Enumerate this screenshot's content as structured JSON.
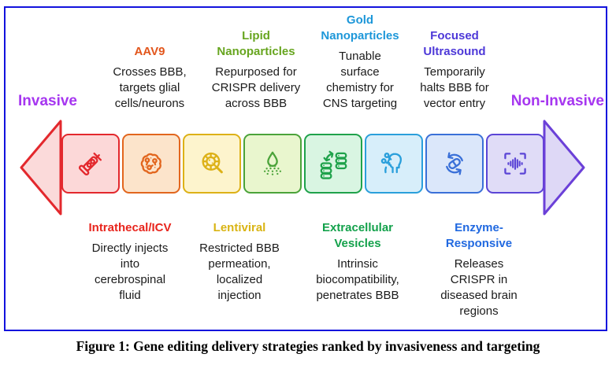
{
  "frame": {
    "border_color": "#1212dd"
  },
  "spectrum": {
    "left_label": "Invasive",
    "right_label": "Non-Invasive",
    "label_color": "#a636f0",
    "left_stroke": "#e3282d",
    "left_fill": "#fbdada",
    "right_stroke": "#6b40d8",
    "right_fill": "#ded8f6"
  },
  "top_strategies": [
    {
      "name": "AAV9",
      "color": "#e2561c",
      "lines": [
        "Crosses BBB,",
        "targets glial",
        "cells/neurons"
      ]
    },
    {
      "name": "Lipid Nanoparticles",
      "color": "#67a51f",
      "lines": [
        "Repurposed for",
        "CRISPR delivery",
        "across BBB"
      ]
    },
    {
      "name": "Gold Nanoparticles",
      "color": "#1d97d9",
      "lines": [
        "Tunable",
        "surface",
        "chemistry for",
        "CNS targeting"
      ]
    },
    {
      "name": "Focused Ultrasound",
      "color": "#4d38d8",
      "lines": [
        "Temporarily",
        "halts BBB for",
        "vector entry"
      ]
    }
  ],
  "bottom_strategies": [
    {
      "name": "Intrathecal/ICV",
      "color": "#e8251d",
      "lines": [
        "Directly injects",
        "into",
        "cerebrospinal",
        "fluid"
      ]
    },
    {
      "name": "Lentiviral",
      "color": "#d9b414",
      "lines": [
        "Restricted BBB",
        "permeation,",
        "localized",
        "injection"
      ]
    },
    {
      "name": "Extracellular Vesicles",
      "color": "#13a14b",
      "lines": [
        "Intrinsic",
        "biocompatibility,",
        "penetrates BBB"
      ]
    },
    {
      "name": "Enzyme-Responsive",
      "color": "#2169e0",
      "lines": [
        "Releases",
        "CRISPR in",
        "diseased brain",
        "regions"
      ]
    }
  ],
  "arrow_boxes": [
    {
      "strategy": "Intrathecal/ICV",
      "icon": "syringe-icon",
      "stroke": "#e3282d",
      "fill": "#fcd8d8"
    },
    {
      "strategy": "AAV9",
      "icon": "brain-icon",
      "stroke": "#e2661e",
      "fill": "#fce4cb"
    },
    {
      "strategy": "Lentiviral",
      "icon": "virus-magnifier-icon",
      "stroke": "#ddb117",
      "fill": "#fdf4cd"
    },
    {
      "strategy": "Lipid Nanoparticles",
      "icon": "droplet-spray-icon",
      "stroke": "#4ba33a",
      "fill": "#e9f6ce"
    },
    {
      "strategy": "Extracellular Vesicles",
      "icon": "vesicle-stacks-icon",
      "stroke": "#1fa24b",
      "fill": "#d9f5e2"
    },
    {
      "strategy": "Gold Nanoparticles",
      "icon": "head-particles-icon",
      "stroke": "#2a9fdb",
      "fill": "#d7eefa"
    },
    {
      "strategy": "Enzyme-Responsive",
      "icon": "pill-cycle-icon",
      "stroke": "#3a70d8",
      "fill": "#dbe7fa"
    },
    {
      "strategy": "Focused Ultrasound",
      "icon": "soundwave-brackets-icon",
      "stroke": "#5b45d6",
      "fill": "#e0dcf7"
    }
  ],
  "caption": "Figure 1: Gene editing delivery strategies ranked by invasiveness and targeting"
}
